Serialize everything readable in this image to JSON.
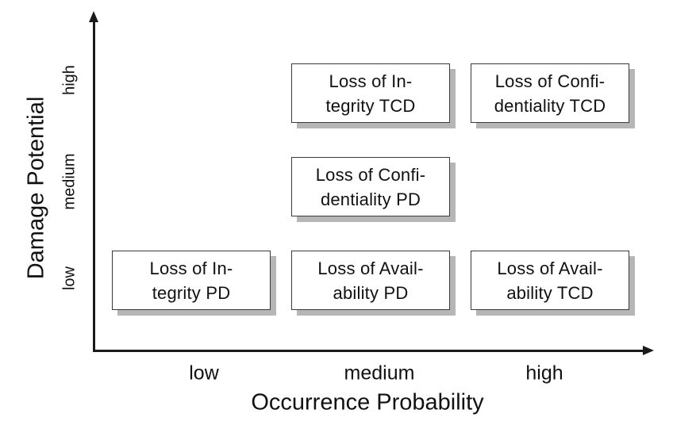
{
  "colors": {
    "background": "#ffffff",
    "text": "#111111",
    "axis": "#1a1a1a",
    "box_border": "#3a3a3a",
    "box_fill": "#ffffff",
    "box_shadow": "#b6b6b6"
  },
  "chart_data": {
    "type": "scatter",
    "title": "",
    "xlabel": "Occurrence Probability",
    "ylabel": "Damage Potential",
    "x_ticks": [
      "low",
      "medium",
      "high"
    ],
    "y_ticks": [
      "low",
      "medium",
      "high"
    ],
    "grid": false,
    "legend": false,
    "points": [
      {
        "x": "medium",
        "y": "high",
        "label": "Loss of Integrity TCD"
      },
      {
        "x": "high",
        "y": "high",
        "label": "Loss of Confidentiality TCD"
      },
      {
        "x": "medium",
        "y": "medium",
        "label": "Loss of Confidentiality PD"
      },
      {
        "x": "low",
        "y": "low",
        "label": "Loss of Integrity PD"
      },
      {
        "x": "medium",
        "y": "low",
        "label": "Loss of Availability PD"
      },
      {
        "x": "high",
        "y": "low",
        "label": "Loss of Availability TCD"
      }
    ]
  },
  "nodes": [
    {
      "line1": "Loss of In-",
      "line2": "tegrity TCD"
    },
    {
      "line1": "Loss of Confi-",
      "line2": "dentiality TCD"
    },
    {
      "line1": "Loss of Confi-",
      "line2": "dentiality PD"
    },
    {
      "line1": "Loss of In-",
      "line2": "tegrity PD"
    },
    {
      "line1": "Loss of Avail-",
      "line2": "ability PD"
    },
    {
      "line1": "Loss of Avail-",
      "line2": "ability TCD"
    }
  ]
}
